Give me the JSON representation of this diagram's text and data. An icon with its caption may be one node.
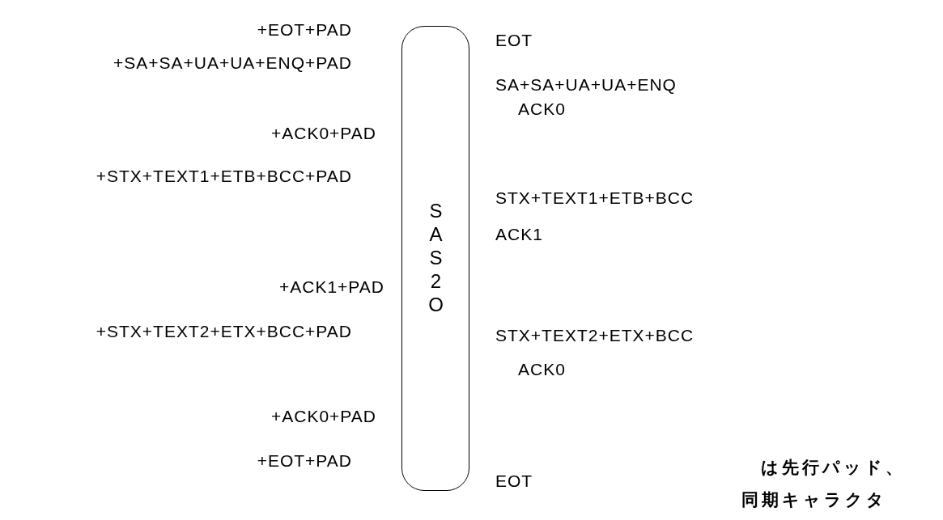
{
  "diagram": {
    "nodes": [
      {
        "text": [
          "SAS2O"
        ]
      }
    ],
    "labels": [
      "+EOT+PAD",
      "+SA+SA+UA+UA+ENQ+PAD",
      "+ACK0+PAD",
      "+STX+TEXT1+ETB+BCC+PAD",
      "+ACK1+PAD",
      "+STX+TEXT2+ETX+BCC+PAD",
      "+ACK0+PAD",
      "+EOT+PAD",
      "EOT",
      "SA+SA+UA+UA+ENQ",
      "ACK0",
      "STX+TEXT1+ETB+BCC",
      "ACK1",
      "STX+TEXT2+ETX+BCC",
      "ACK0",
      "EOT",
      "は先行パッド、",
      "同期キャラクタ"
    ]
  }
}
